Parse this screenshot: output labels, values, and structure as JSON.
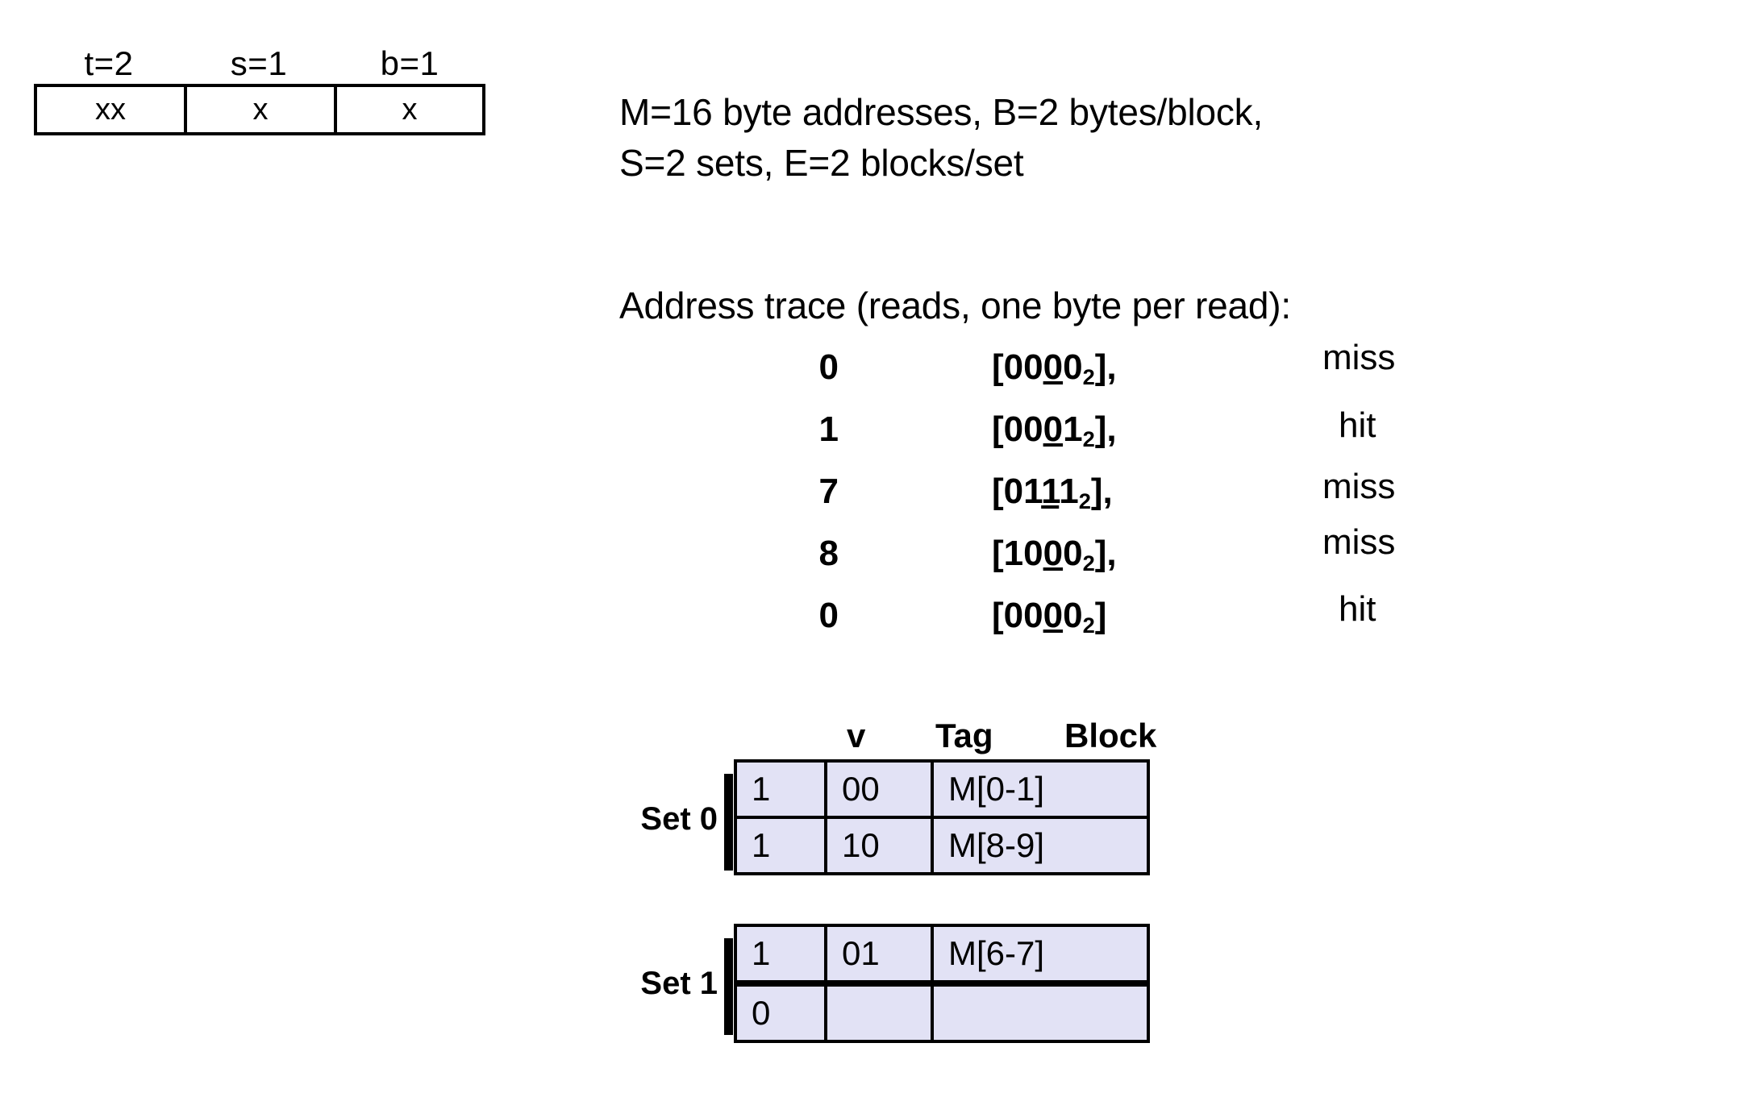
{
  "address_format": {
    "labels": [
      {
        "name": "t",
        "text": "t=2"
      },
      {
        "name": "s",
        "text": "s=1"
      },
      {
        "name": "b",
        "text": "b=1"
      }
    ],
    "cells": [
      {
        "name": "tag-bits",
        "text": "xx"
      },
      {
        "name": "set-bits",
        "text": "x"
      },
      {
        "name": "block-bits",
        "text": "x"
      }
    ]
  },
  "params": {
    "line1": "M=16 byte addresses, B=2 bytes/block,",
    "line2": "S=2 sets, E=2 blocks/set"
  },
  "trace": {
    "heading": "Address trace (reads, one byte per read):",
    "rows": [
      {
        "dec": "0",
        "bin_pre": "[00",
        "bin_underlined": "0",
        "bin_post": "0",
        "base": "2",
        "bin_tail": "],",
        "result": "miss"
      },
      {
        "dec": "1",
        "bin_pre": "[00",
        "bin_underlined": "0",
        "bin_post": "1",
        "base": "2",
        "bin_tail": "],",
        "result": "hit"
      },
      {
        "dec": "7",
        "bin_pre": "[01",
        "bin_underlined": "1",
        "bin_post": "1",
        "base": "2",
        "bin_tail": "],",
        "result": "miss"
      },
      {
        "dec": "8",
        "bin_pre": "[10",
        "bin_underlined": "0",
        "bin_post": "0",
        "base": "2",
        "bin_tail": "],",
        "result": "miss"
      },
      {
        "dec": "0",
        "bin_pre": "[00",
        "bin_underlined": "0",
        "bin_post": "0",
        "base": "2",
        "bin_tail": "]",
        "result": "hit"
      }
    ]
  },
  "cache": {
    "headers": {
      "v": "v",
      "tag": "Tag",
      "block": "Block"
    },
    "sets": [
      {
        "label": "Set 0",
        "rows": [
          {
            "v": "1",
            "tag": "00",
            "block": "M[0-1]"
          },
          {
            "v": "1",
            "tag": "10",
            "block": "M[8-9]"
          }
        ]
      },
      {
        "label": "Set 1",
        "rows": [
          {
            "v": "1",
            "tag": "01",
            "block": "M[6-7]"
          },
          {
            "v": "0",
            "tag": "",
            "block": ""
          }
        ]
      }
    ],
    "cell_fill_color": "#E2E2F5",
    "border_color": "#000000"
  }
}
